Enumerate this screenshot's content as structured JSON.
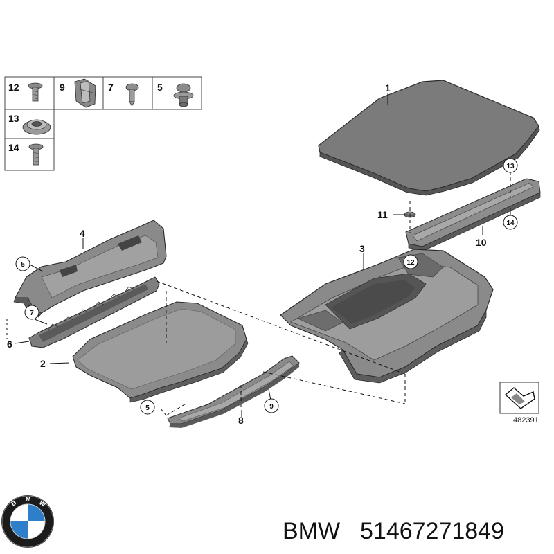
{
  "caption": {
    "brand": "BMW",
    "part_number": "51467271849"
  },
  "logo": {
    "letters": [
      "B",
      "M",
      "W"
    ],
    "colors": {
      "blue": "#2f7ec9",
      "white": "#ffffff",
      "ring": "#1b1b1b"
    }
  },
  "diagram_ref": "482391",
  "legend": [
    {
      "num": "12",
      "icon": "torx-bolt-icon"
    },
    {
      "num": "9",
      "icon": "clip-nut-icon"
    },
    {
      "num": "7",
      "icon": "screw-icon"
    },
    {
      "num": "5",
      "icon": "expanding-rivet-icon"
    },
    {
      "num": "13",
      "icon": "grommet-washer-icon"
    },
    {
      "num": "14",
      "icon": "long-bolt-icon"
    }
  ],
  "callouts": {
    "part_1": "1",
    "part_2": "2",
    "part_3": "3",
    "part_4": "4",
    "part_5a": "5",
    "part_5b": "5",
    "part_6": "6",
    "part_7": "7",
    "part_8": "8",
    "part_9": "9",
    "part_10": "10",
    "part_11": "11",
    "part_12": "12",
    "part_13": "13",
    "part_14": "14"
  },
  "colors": {
    "part_fill": "#7d7d7d",
    "part_dark": "#5c5c5c",
    "part_light": "#a7a7a7",
    "line": "#111111"
  }
}
